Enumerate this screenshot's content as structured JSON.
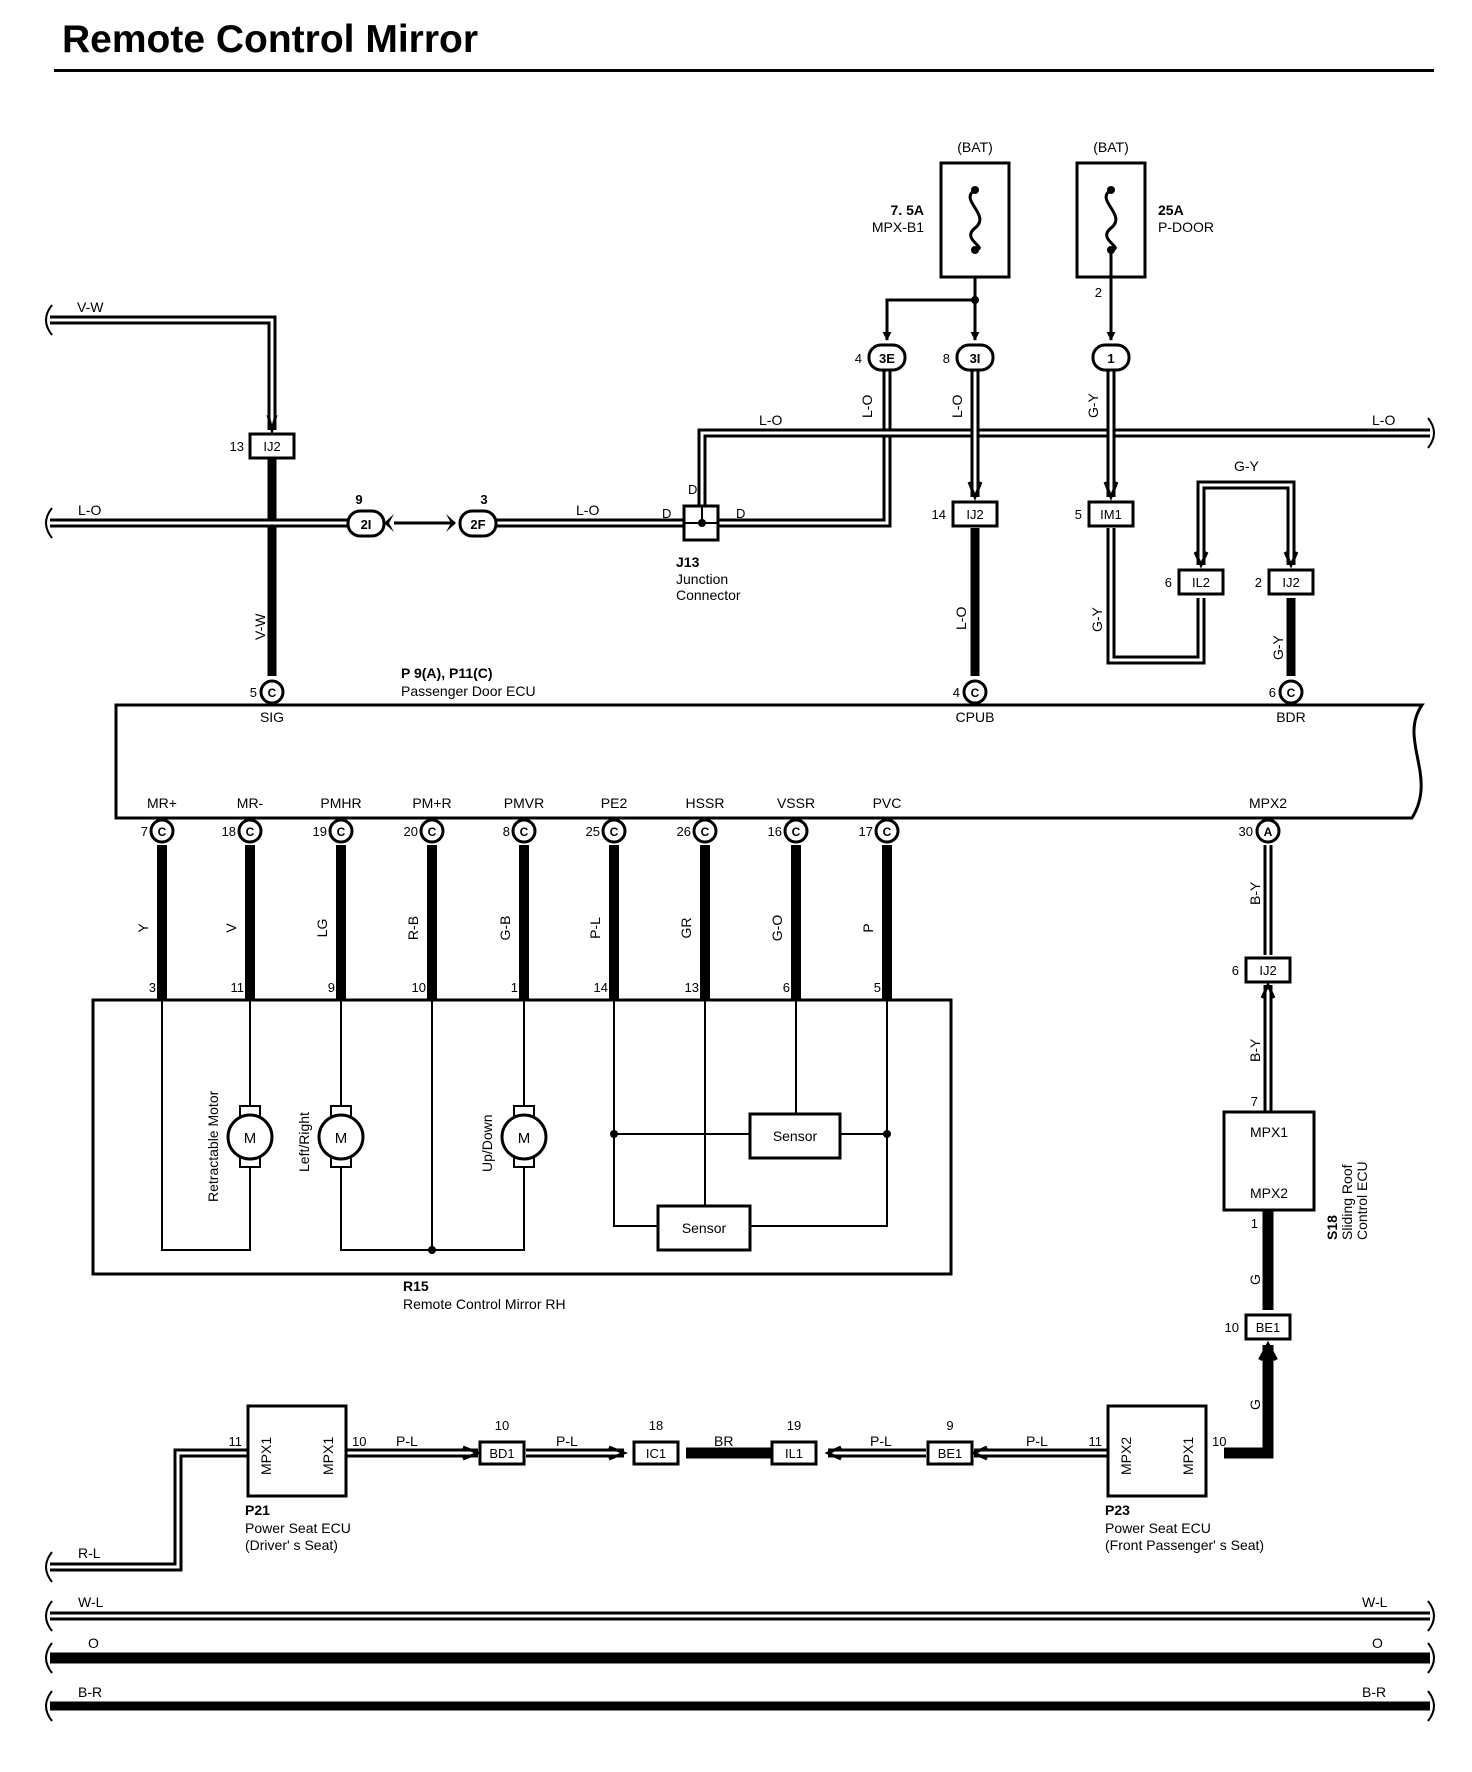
{
  "title": "Remote Control Mirror",
  "fuses": [
    {
      "source": "(BAT)",
      "rating": "7. 5A",
      "name": "MPX-B1"
    },
    {
      "source": "(BAT)",
      "rating": "25A",
      "name": "P-DOOR",
      "pin": "2"
    }
  ],
  "connectors": {
    "c3E": {
      "id": "3E",
      "pin": "4"
    },
    "c3I": {
      "id": "3I",
      "pin": "8"
    },
    "c1": {
      "id": "1"
    },
    "ij2_13": {
      "id": "IJ2",
      "pin": "13"
    },
    "ij2_14": {
      "id": "IJ2",
      "pin": "14"
    },
    "im1_5": {
      "id": "IM1",
      "pin": "5"
    },
    "il2_6": {
      "id": "IL2",
      "pin": "6"
    },
    "ij2_2": {
      "id": "IJ2",
      "pin": "2"
    },
    "c2I": {
      "id": "2I",
      "pin": "9"
    },
    "c2F": {
      "id": "2F",
      "pin": "3"
    },
    "ij2_6": {
      "id": "IJ2",
      "pin": "6"
    },
    "be1_10": {
      "id": "BE1",
      "pin": "10"
    },
    "bd1_10": {
      "id": "BD1",
      "pin": "10"
    },
    "ic1_18": {
      "id": "IC1",
      "pin": "18"
    },
    "il1_19": {
      "id": "IL1",
      "pin": "19"
    },
    "be1_9": {
      "id": "BE1",
      "pin": "9"
    }
  },
  "junction": {
    "id": "J13",
    "name_line1": "Junction",
    "name_line2": "Connector",
    "pin": "D"
  },
  "wires": {
    "VW": "V-W",
    "LO": "L-O",
    "GY": "G-Y",
    "BY": "B-Y",
    "G": "G",
    "PL": "P-L",
    "BR": "BR",
    "RL": "R-L",
    "WL": "W-L",
    "O": "O",
    "BRbus": "B-R"
  },
  "ecu": {
    "id": "P 9(A), P11(C)",
    "name": "Passenger Door ECU",
    "top_pins": [
      {
        "label": "SIG",
        "num": "5",
        "conn": "C"
      },
      {
        "label": "CPUB",
        "num": "4",
        "conn": "C"
      },
      {
        "label": "BDR",
        "num": "6",
        "conn": "C"
      }
    ],
    "bottom_pins": [
      {
        "label": "MR+",
        "num": "7",
        "conn": "C",
        "wire": "Y",
        "mirror_pin": "3"
      },
      {
        "label": "MR-",
        "num": "18",
        "conn": "C",
        "wire": "V",
        "mirror_pin": "11"
      },
      {
        "label": "PMHR",
        "num": "19",
        "conn": "C",
        "wire": "LG",
        "mirror_pin": "9"
      },
      {
        "label": "PM+R",
        "num": "20",
        "conn": "C",
        "wire": "R-B",
        "mirror_pin": "10"
      },
      {
        "label": "PMVR",
        "num": "8",
        "conn": "C",
        "wire": "G-B",
        "mirror_pin": "1"
      },
      {
        "label": "PE2",
        "num": "25",
        "conn": "C",
        "wire": "P-L",
        "mirror_pin": "14"
      },
      {
        "label": "HSSR",
        "num": "26",
        "conn": "C",
        "wire": "GR",
        "mirror_pin": "13"
      },
      {
        "label": "VSSR",
        "num": "16",
        "conn": "C",
        "wire": "G-O",
        "mirror_pin": "6"
      },
      {
        "label": "PVC",
        "num": "17",
        "conn": "C",
        "wire": "P",
        "mirror_pin": "5"
      }
    ],
    "mpx2": {
      "label": "MPX2",
      "num": "30",
      "conn": "A"
    }
  },
  "mirror": {
    "id": "R15",
    "name": "Remote Control Mirror RH",
    "motor_symbol": "M",
    "motors": [
      "Retractable Motor",
      "Left/Right",
      "Up/Down"
    ],
    "sensor_label": "Sensor"
  },
  "roof_ecu": {
    "id": "S18",
    "name_line1": "Sliding Roof",
    "name_line2": "Control ECU",
    "mpx1": "MPX1",
    "mpx2": "MPX2",
    "pin_top": "7",
    "pin_bottom": "1"
  },
  "seat_driver": {
    "id": "P21",
    "name": "Power Seat ECU",
    "sub": "(Driver' s Seat)",
    "left": "MPX1",
    "right": "MPX1",
    "pin_left": "11",
    "pin_right": "10"
  },
  "seat_pass": {
    "id": "P23",
    "name": "Power Seat ECU",
    "sub": "(Front Passenger' s Seat)",
    "left": "MPX2",
    "right": "MPX1",
    "pin_left": "11",
    "pin_right": "10"
  }
}
